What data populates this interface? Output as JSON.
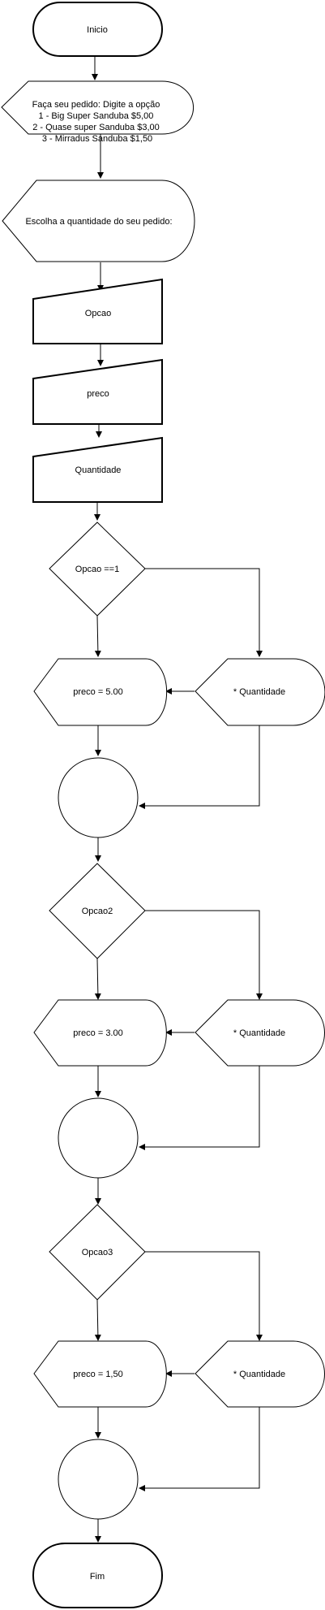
{
  "nodes": {
    "start": "Inicio",
    "order_prompt": [
      "Faça seu pedido: Digite a opção",
      "1 -  Big Super Sanduba $5,00",
      "2 -  Quase super Sanduba $3,00",
      "3 - Mirradus Sanduba $1,50"
    ],
    "quantity_prompt": "Escolha a quantidade do seu pedido:",
    "input_opcao": "Opcao",
    "input_preco": "preco",
    "input_quantidade": "Quantidade",
    "decision_1": "Opcao ==1",
    "assign_1": "preco = 5.00",
    "calc_1": "* Quantidade",
    "decision_2": "Opcao2",
    "assign_2": "preco = 3.00",
    "calc_2": "* Quantidade",
    "decision_3": "Opcao3",
    "assign_3": "preco = 1,50",
    "calc_3": "* Quantidade",
    "end": "Fim"
  }
}
